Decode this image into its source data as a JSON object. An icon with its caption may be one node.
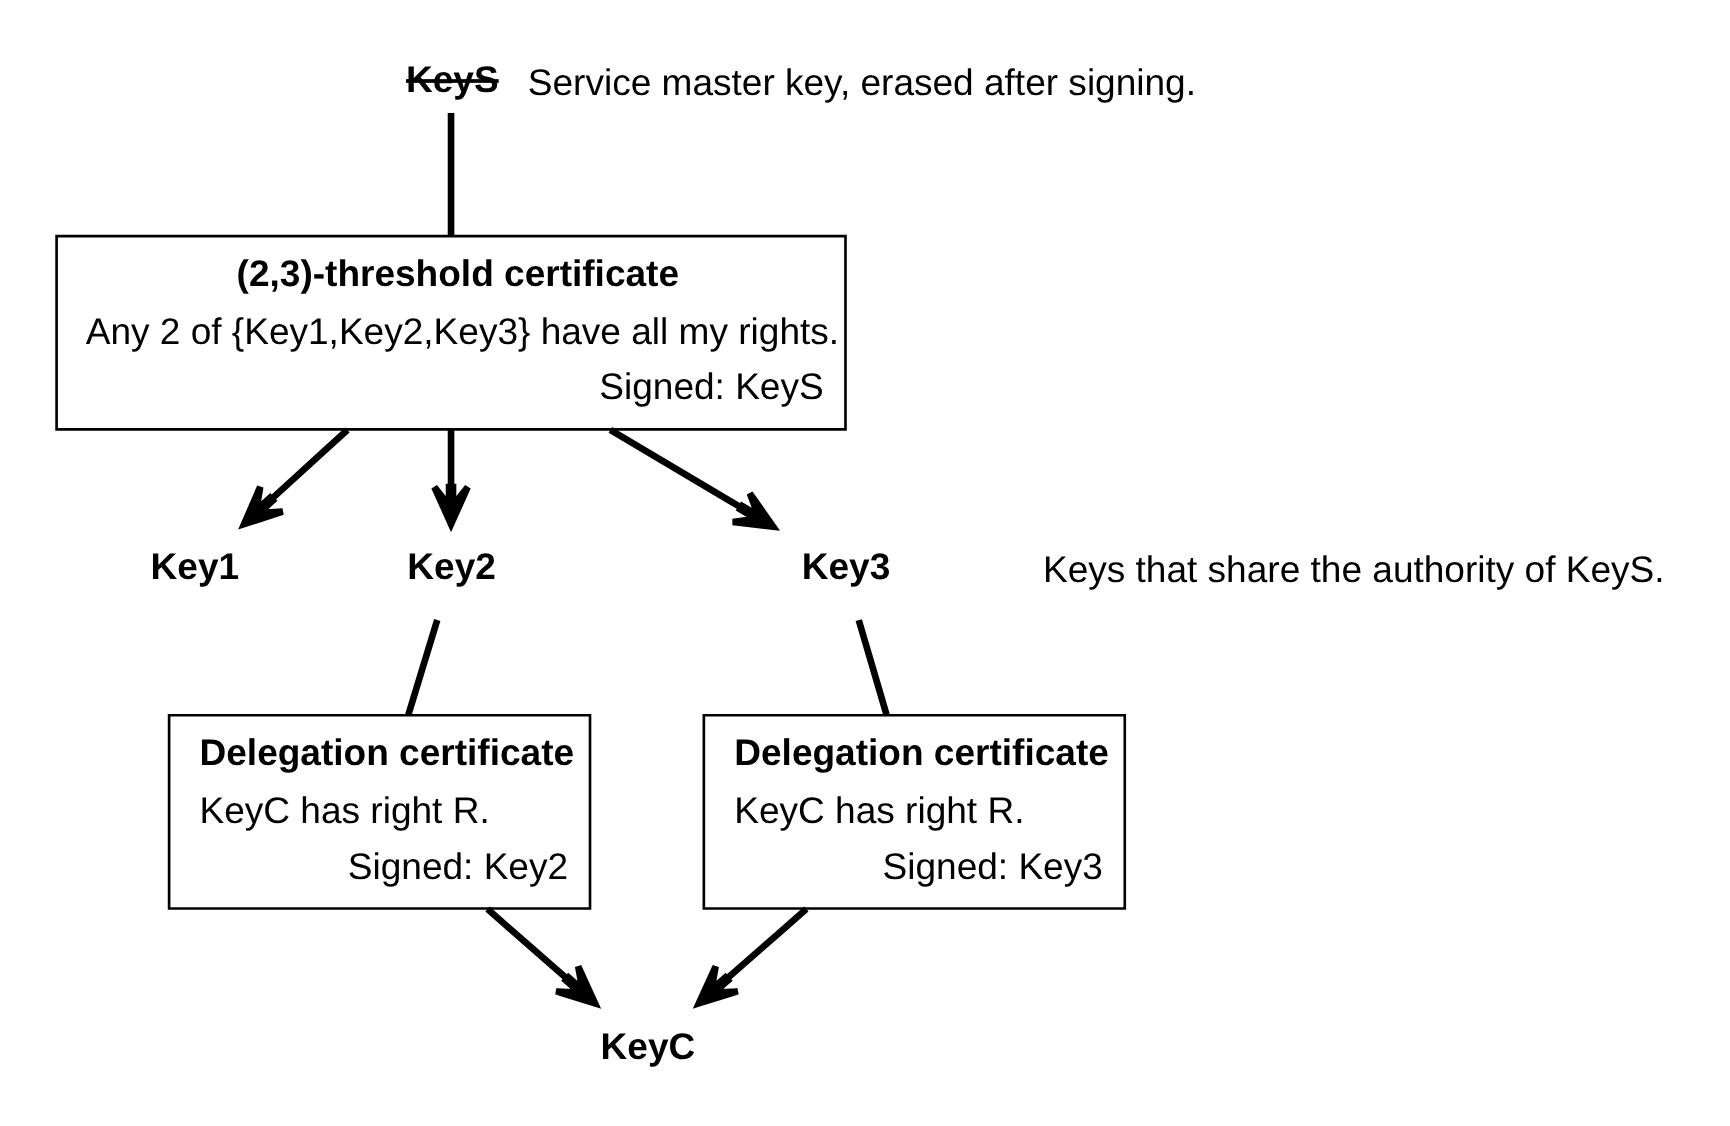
{
  "diagram": {
    "nodes": [
      {
        "text": [
          "KeyS"
        ],
        "beside": [
          "Service master key, erased after signing."
        ]
      },
      {
        "text": [
          "(2,3)-threshold certificate",
          "Any 2 of {Key1,Key2,Key3} have all my rights.",
          "Signed: KeyS"
        ]
      },
      {
        "text": [
          "Key1"
        ]
      },
      {
        "text": [
          "Key2"
        ]
      },
      {
        "text": [
          "Key3"
        ]
      },
      {
        "text": [
          "Delegation certificate",
          "KeyC has right R.",
          "Signed: Key2"
        ]
      },
      {
        "text": [
          "Delegation certificate",
          "KeyC has right R.",
          "Signed: Key3"
        ]
      },
      {
        "text": [
          "KeyC"
        ]
      }
    ],
    "edges": [
      {
        "from": 0,
        "to": 1,
        "arrow": "none"
      },
      {
        "from": 1,
        "to": 2,
        "arrow": "to"
      },
      {
        "from": 1,
        "to": 3,
        "arrow": "to"
      },
      {
        "from": 1,
        "to": 4,
        "arrow": "to"
      },
      {
        "from": 3,
        "to": 5,
        "arrow": "none"
      },
      {
        "from": 4,
        "to": 6,
        "arrow": "none"
      },
      {
        "from": 5,
        "to": 7,
        "arrow": "to"
      },
      {
        "from": 6,
        "to": 7,
        "arrow": "to"
      }
    ],
    "labels": [
      "Keys that share the authority of KeyS."
    ]
  }
}
